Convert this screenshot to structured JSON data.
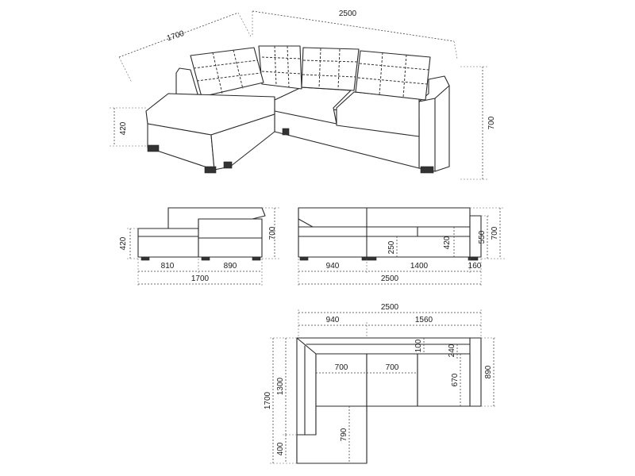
{
  "views": {
    "iso": {
      "depth": "1700",
      "width": "2500",
      "height": "700",
      "seat_height": "420"
    },
    "side": {
      "seat_height": "420",
      "height": "700",
      "chaise_part": "810",
      "seat_part": "890",
      "total": "1700"
    },
    "front": {
      "left_part": "940",
      "middle_part": "1400",
      "arm_part": "160",
      "total": "2500",
      "leg_height": "250",
      "seat_height": "420",
      "arm_height": "550",
      "height": "700"
    },
    "top": {
      "total_width": "2500",
      "left_part": "940",
      "right_part": "1560",
      "back_thickness": "100",
      "arm_depth": "240",
      "cushion_1": "700",
      "cushion_2": "700",
      "seat_depth": "670",
      "right_depth": "890",
      "total_depth": "1700",
      "left_depth": "1300",
      "chaise_length": "790",
      "chaise_width": "400"
    }
  }
}
